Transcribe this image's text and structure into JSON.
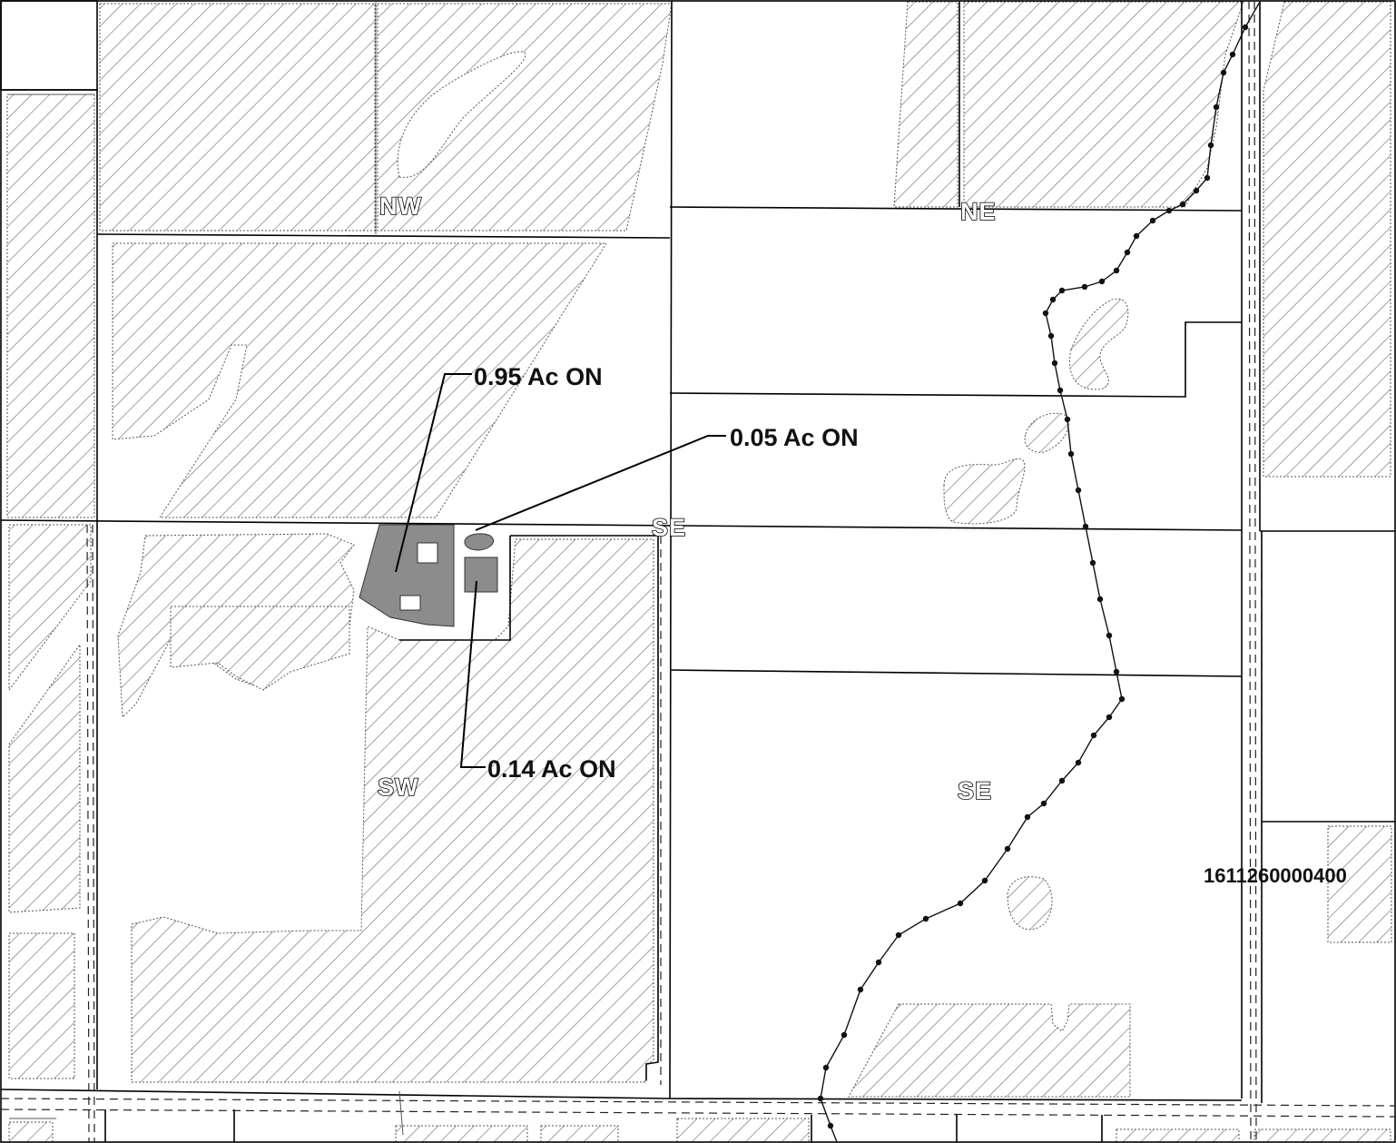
{
  "map": {
    "quarter_labels": {
      "nw": "NW",
      "ne": "NE",
      "se_top": "SE",
      "sw": "SW",
      "se": "SE"
    },
    "area_labels": {
      "a1": "0.95 Ac ON",
      "a2": "0.05 Ac ON",
      "a3": "0.14 Ac ON"
    },
    "parcel_label": "1611260000400",
    "colors": {
      "hatch": "#666666",
      "onsite_fill": "#8c8c8c",
      "lines": "#000000"
    }
  }
}
